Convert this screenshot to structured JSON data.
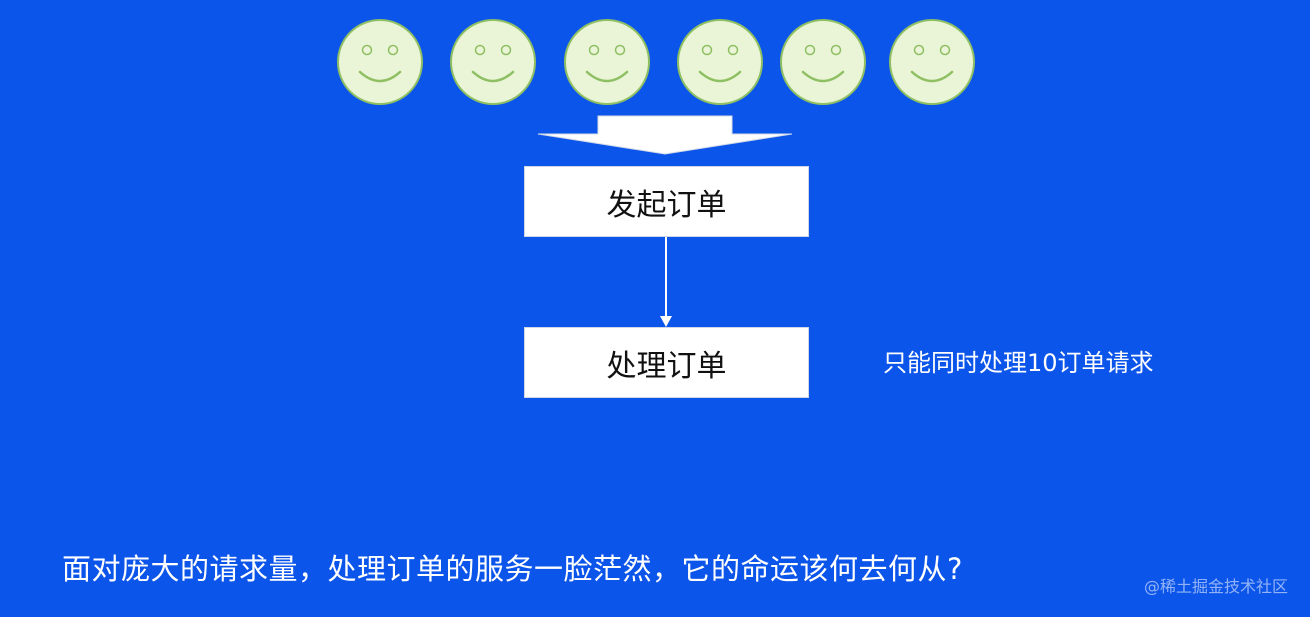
{
  "diagram": {
    "users": {
      "count": 6,
      "icon": "smiley-face-icon",
      "face_color": "#e9f5d6",
      "stroke_color": "#8fbf63"
    },
    "nodes": [
      {
        "id": "initiate-order",
        "label": "发起订单"
      },
      {
        "id": "process-order",
        "label": "处理订单"
      }
    ],
    "note": "只能同时处理10订单请求",
    "caption": "面对庞大的请求量，处理订单的服务一脸茫然，它的命运该何去何从?",
    "watermark": "@稀土掘金技术社区",
    "colors": {
      "background": "#0c55ea",
      "box": "#ffffff",
      "text_on_background": "#ffffff",
      "text_on_box": "#111111"
    }
  }
}
